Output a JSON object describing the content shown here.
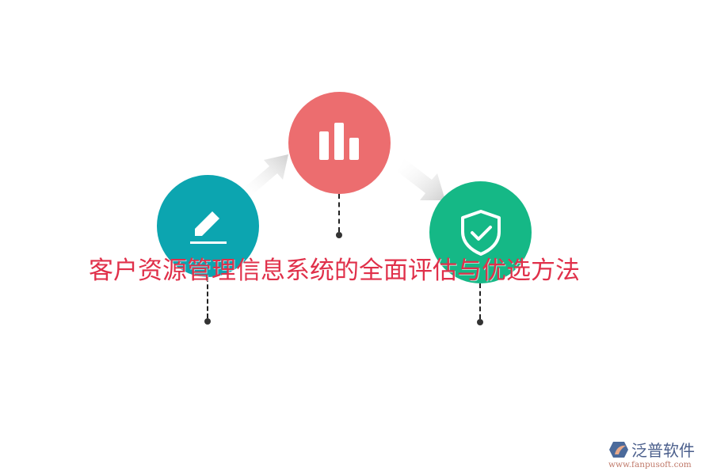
{
  "title": "客户资源管理信息系统的全面评估与优选方法",
  "colors": {
    "title": "#e0304a",
    "step1": "#0ca5b0",
    "step2": "#ec6d6f",
    "step3": "#15b886",
    "arrow": "#d9d9d9"
  },
  "steps": [
    {
      "icon": "pencil-icon"
    },
    {
      "icon": "bar-chart-icon"
    },
    {
      "icon": "shield-check-icon"
    }
  ],
  "logo": {
    "name": "泛普软件",
    "url": "www.fanpusoft.com"
  }
}
